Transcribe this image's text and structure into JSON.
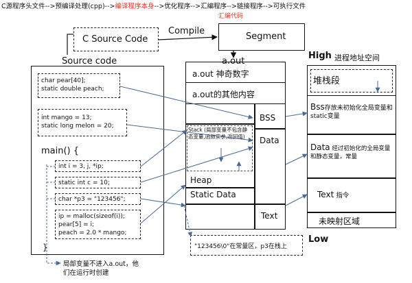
{
  "top": {
    "seg1": "C源程序头文件-->预编译处理(cpp)-->",
    "seg2": "编译程序本身",
    "seg3": "-->优化程序-->汇编程序-->链接程序-->可执行文件",
    "sub": "汇编代码",
    "accent": "#e0301e"
  },
  "flow": {
    "c_source": "C Source Code",
    "compile": "Compile",
    "segment": "Segment"
  },
  "source": {
    "title": "Source code",
    "block1": [
      "char pear[40];",
      "static double peach;"
    ],
    "block2": [
      "int mango = 13;",
      "static long melon = 20;"
    ],
    "main": "main() {",
    "s1": "int i = 3, j, *ip;",
    "s2": "static int c = 10;",
    "s3": "char *p3 = \"123456\";",
    "block4": [
      "ip = malloc(sizeof(i));",
      "pear[5] = i;",
      "peach = 2.0 * mango;"
    ],
    "close": "}",
    "note": [
      "局部变量不进入a.out，他",
      "们在运行时创建"
    ]
  },
  "aout": {
    "title": "a.out",
    "magic": "a.out 神奇数字",
    "other": "a.out的其他内容",
    "bss": "BSS",
    "data": "Data",
    "text": "Text",
    "stack": "Stack (局部变量不包含静态变量,函数实参,返回值)",
    "heap": "Heap",
    "static_data": "Static Data",
    "note": "\"123456\\0\"在常量区，p3在栈上"
  },
  "memory": {
    "high": "High",
    "title": "进程地址空间",
    "stack": "堆栈段",
    "bss_big": "Bss",
    "bss_small": "存放未初始化全局变量和static变量",
    "data_big": "Data",
    "data_small": "经过初始化的全局变量和静态变量，常量",
    "text_big": "Text",
    "text_small": "指令",
    "unmapped": "未映射区域",
    "low": "Low"
  },
  "colors": {
    "arrow": "#4a6a96",
    "line": "#111111"
  }
}
